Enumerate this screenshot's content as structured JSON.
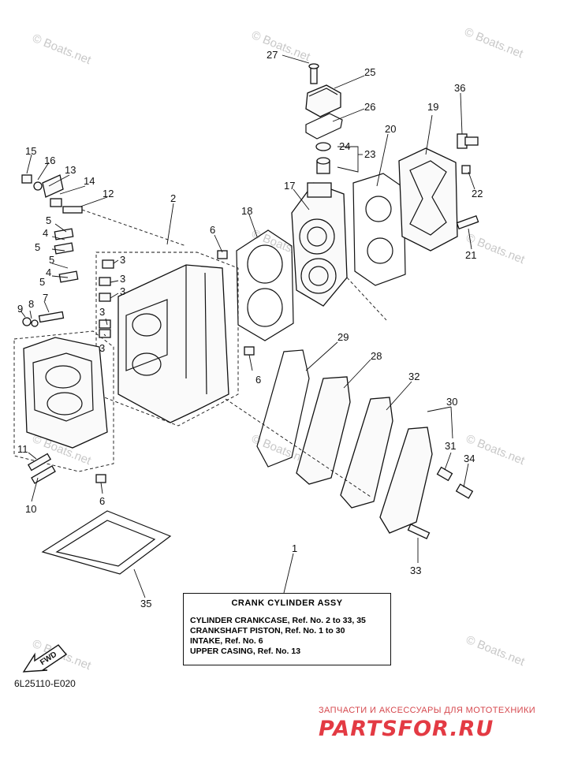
{
  "watermark": "© Boats.net",
  "callouts": [
    {
      "id": "27",
      "label": "27"
    },
    {
      "id": "25",
      "label": "25"
    },
    {
      "id": "36",
      "label": "36"
    },
    {
      "id": "26",
      "label": "26"
    },
    {
      "id": "19",
      "label": "19"
    },
    {
      "id": "20",
      "label": "20"
    },
    {
      "id": "24",
      "label": "24"
    },
    {
      "id": "23",
      "label": "23"
    },
    {
      "id": "15",
      "label": "15"
    },
    {
      "id": "16",
      "label": "16"
    },
    {
      "id": "13",
      "label": "13"
    },
    {
      "id": "14",
      "label": "14"
    },
    {
      "id": "12",
      "label": "12"
    },
    {
      "id": "17",
      "label": "17"
    },
    {
      "id": "22",
      "label": "22"
    },
    {
      "id": "2",
      "label": "2"
    },
    {
      "id": "18",
      "label": "18"
    },
    {
      "id": "6a",
      "label": "6"
    },
    {
      "id": "5a",
      "label": "5"
    },
    {
      "id": "4a",
      "label": "4"
    },
    {
      "id": "5b",
      "label": "5"
    },
    {
      "id": "3a",
      "label": "3"
    },
    {
      "id": "5c",
      "label": "5"
    },
    {
      "id": "3b",
      "label": "3"
    },
    {
      "id": "4b",
      "label": "4"
    },
    {
      "id": "5d",
      "label": "5"
    },
    {
      "id": "3c",
      "label": "3"
    },
    {
      "id": "21",
      "label": "21"
    },
    {
      "id": "7",
      "label": "7"
    },
    {
      "id": "9",
      "label": "9"
    },
    {
      "id": "8",
      "label": "8"
    },
    {
      "id": "3d",
      "label": "3"
    },
    {
      "id": "3e",
      "label": "3"
    },
    {
      "id": "29",
      "label": "29"
    },
    {
      "id": "6b",
      "label": "6"
    },
    {
      "id": "28",
      "label": "28"
    },
    {
      "id": "32",
      "label": "32"
    },
    {
      "id": "30",
      "label": "30"
    },
    {
      "id": "11",
      "label": "11"
    },
    {
      "id": "31",
      "label": "31"
    },
    {
      "id": "34",
      "label": "34"
    },
    {
      "id": "10",
      "label": "10"
    },
    {
      "id": "6c",
      "label": "6"
    },
    {
      "id": "33",
      "label": "33"
    },
    {
      "id": "1",
      "label": "1"
    },
    {
      "id": "35",
      "label": "35"
    }
  ],
  "legend": {
    "title": "CRANK CYLINDER ASSY",
    "lines": [
      "CYLINDER CRANKCASE,  Ref. No. 2 to 33, 35",
      "CRANKSHAFT PISTON,    Ref. No. 1 to 30",
      "INTAKE,   Ref. No. 6",
      "UPPER CASING,   Ref. No. 13"
    ]
  },
  "fwd_label": "FWD",
  "diagram_code": "6L25110-E020",
  "brand": {
    "subtitle": "ЗАПЧАСТИ И АКСЕССУАРЫ ДЛЯ МОТОТЕХНИКИ",
    "name": "PARTSFOR.RU"
  }
}
